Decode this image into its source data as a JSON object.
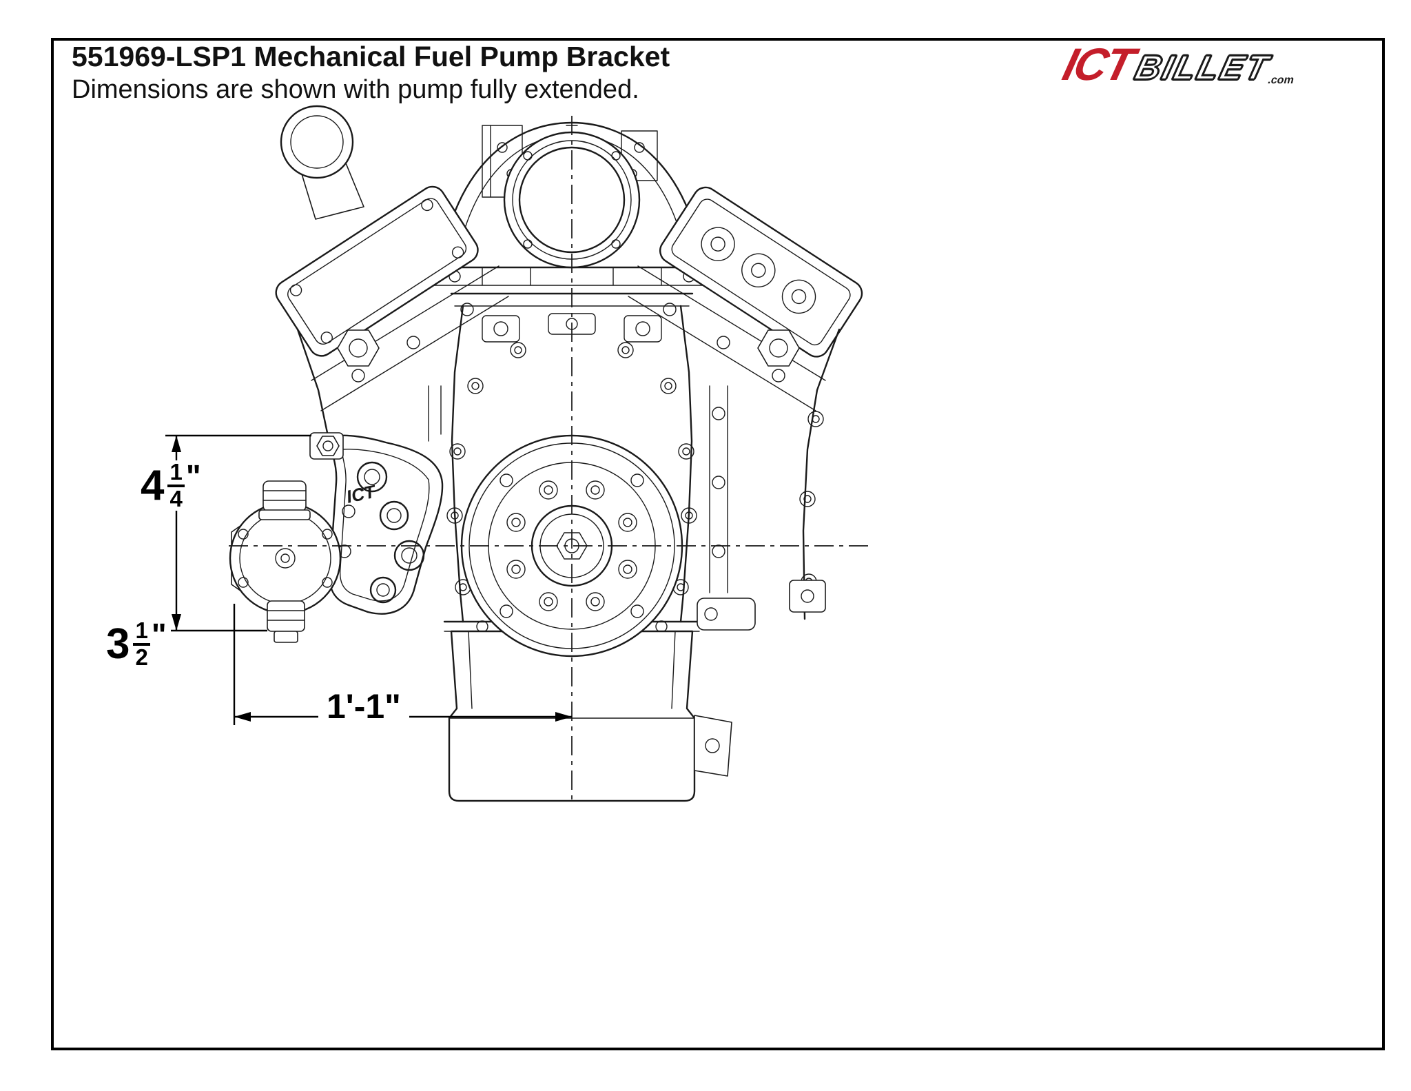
{
  "header": {
    "title": "551969-LSP1 Mechanical Fuel Pump Bracket",
    "subtitle": "Dimensions are shown with pump fully extended.",
    "logo": {
      "ict": "ICT",
      "billet": "BILLET",
      "com": ".com"
    }
  },
  "diagram": {
    "description": "Front view of LS engine with mechanical fuel pump and billet mounting bracket, pump fully extended",
    "bracket_engraving": "ICT",
    "dimensions": {
      "vertical_upper": {
        "whole": "4",
        "numerator": "1",
        "denominator": "4",
        "unit": "\""
      },
      "vertical_lower": {
        "whole": "3",
        "numerator": "1",
        "denominator": "2",
        "unit": "\""
      },
      "horizontal": {
        "label": "1'-1\""
      }
    }
  },
  "colors": {
    "accent_red": "#c41e2a",
    "line": "#1a1a1a",
    "background": "#ffffff"
  }
}
